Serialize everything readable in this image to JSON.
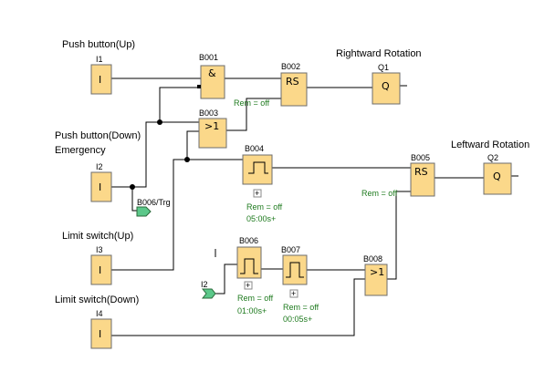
{
  "inputs": {
    "i1": {
      "caption": "Push button(Up)",
      "id": "I1",
      "symbol": "I"
    },
    "i2": {
      "caption_line1": "Push button(Down)",
      "caption_line2": "Emergency",
      "id": "I2",
      "symbol": "I"
    },
    "i3": {
      "caption": "Limit switch(Up)",
      "id": "I3",
      "symbol": "I"
    },
    "i4": {
      "caption": "Limit switch(Down)",
      "id": "I4",
      "symbol": "I"
    }
  },
  "blocks": {
    "b001": {
      "id": "B001",
      "symbol": "&"
    },
    "b002": {
      "id": "B002",
      "symbol": "RS",
      "rem": "Rem = off"
    },
    "b003": {
      "id": "B003",
      "symbol": ">1"
    },
    "b004": {
      "id": "B004",
      "rem": "Rem = off",
      "time": "05:00s+"
    },
    "b005": {
      "id": "B005",
      "symbol": "RS",
      "rem": "Rem = off"
    },
    "b006": {
      "id": "B006",
      "rem": "Rem = off",
      "time": "01:00s+"
    },
    "b007": {
      "id": "B007",
      "rem": "Rem = off",
      "time": "00:05s+"
    },
    "b008": {
      "id": "B008",
      "symbol": ">1"
    }
  },
  "outputs": {
    "q1": {
      "caption": "Rightward Rotation",
      "id": "Q1",
      "symbol": "Q"
    },
    "q2": {
      "caption": "Leftward Rotation",
      "id": "Q2",
      "symbol": "Q"
    }
  },
  "connectors": {
    "out_flag": "B006/Trg",
    "in_flag": "I2"
  },
  "expand_symbol": "+",
  "colors": {
    "block_fill": "#fbd88a",
    "rem_text": "#1e7a1e",
    "flag_fill": "#5cc88a"
  }
}
